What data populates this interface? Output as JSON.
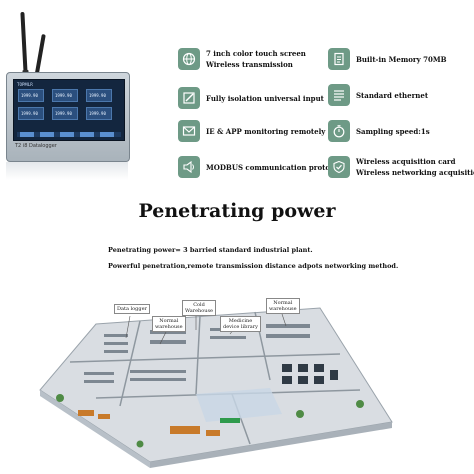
{
  "device": {
    "screen_title": "T0PMLR",
    "cells": [
      "1999.90",
      "1999.90",
      "1999.90",
      "1999.90",
      "1999.90",
      "1999.90"
    ],
    "brand": "T2 i8 Datalogger"
  },
  "features": {
    "left": [
      {
        "icon": "globe-icon",
        "lines": [
          "7 inch color touch screen",
          "Wireless transmission"
        ]
      },
      {
        "icon": "edit-icon",
        "lines": [
          "Fully isolation universal input"
        ]
      },
      {
        "icon": "mail-icon",
        "lines": [
          "IE & APP monitoring remotely"
        ]
      },
      {
        "icon": "speaker-icon",
        "lines": [
          "MODBUS communication protocol"
        ]
      }
    ],
    "right": [
      {
        "icon": "document-icon",
        "lines": [
          "Built-in Memory 70MB"
        ]
      },
      {
        "icon": "list-icon",
        "lines": [
          "Standard ethernet"
        ]
      },
      {
        "icon": "stopwatch-icon",
        "lines": [
          "Sampling speed:1s"
        ]
      },
      {
        "icon": "shield-check-icon",
        "lines": [
          "Wireless acquisition card",
          "Wireless networking acquisition"
        ]
      }
    ]
  },
  "headline": "Penetrating power",
  "description": {
    "line1": "Penetrating power= 3 barried standard industrial plant.",
    "line2": "Powerful penetration,remote transmission distance adpots networking method."
  },
  "callouts": {
    "data_logger": "Data logger",
    "normal_warehouse_1": "Normal\nwarehouse",
    "cold_warehouse": "Cold\nWarehouse",
    "medicine_library": "Medicine\ndevice library",
    "normal_warehouse_2": "Normal\nwarehouse"
  },
  "colors": {
    "icon_bg": "#6e9a86",
    "floor": "#d9dde2",
    "wall": "#b8c0c8"
  }
}
